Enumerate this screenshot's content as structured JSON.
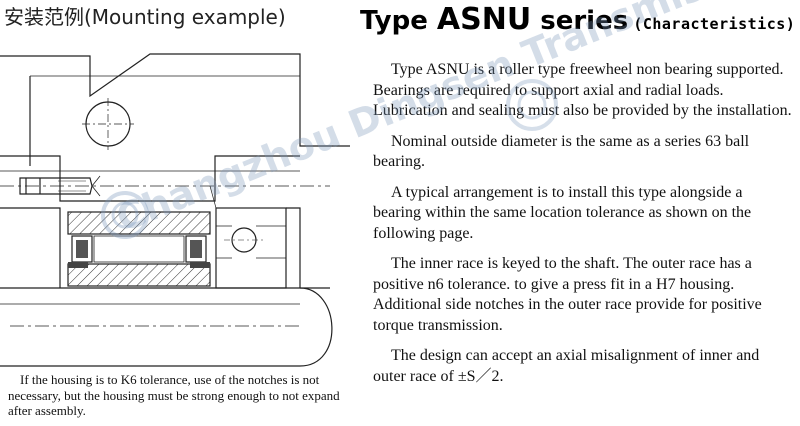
{
  "header": {
    "left_title_cjk": "安装范例",
    "left_title_en": "(Mounting example)",
    "title_type": "Type ",
    "title_model": "ASNU",
    "title_series": " series",
    "title_sub": "(Characteristics)"
  },
  "description": {
    "paragraphs": [
      "Type ASNU is a roller type freewheel non bearing supported. Bearings are required to support axial and radial loads. Lubrication and sealing must also be provided by the installation.",
      "Nominal outside diameter is the same as a series 63 ball bearing.",
      "A typical arrangement is to install this type alongside a bearing within the same location tolerance as shown on the following page.",
      "The inner race is keyed to the shaft. The outer race has a positive n6 tolerance. to give a press fit in a H7 housing. Additional side notches in the outer race provide for positive torque transmission.",
      "The design can accept an axial misalignment of inner and outer race of ±S／2."
    ]
  },
  "caption": {
    "text": "If the housing is to K6 tolerance, use of the notches is not necessary, but the housing must be strong enough to not expand after assembly."
  },
  "watermark": {
    "text": "Changzhou Dingsen Transmission Technology Co., Ltd.",
    "logo_text": "WOKO",
    "color": "#7896b9"
  }
}
